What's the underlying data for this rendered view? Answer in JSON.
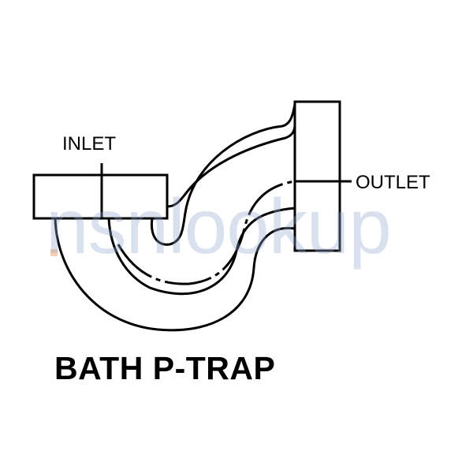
{
  "diagram": {
    "inlet_label": "INLET",
    "outlet_label": "OUTLET",
    "title": "BATH P-TRAP"
  },
  "watermark": {
    "text": "nsnlookup"
  },
  "colors": {
    "line": "#000000",
    "background": "#ffffff",
    "watermark": "#96aacd",
    "watermark_accent": "#f5aa78"
  }
}
